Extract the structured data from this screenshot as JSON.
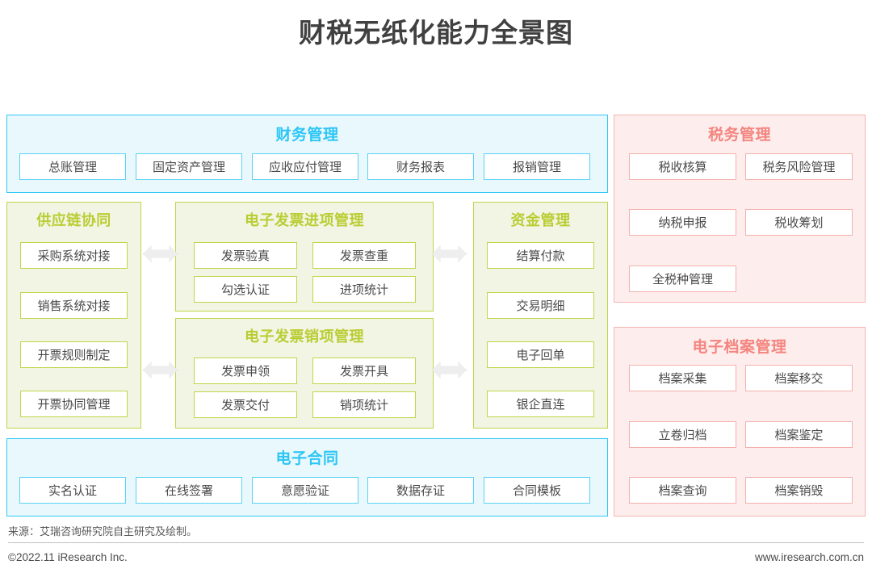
{
  "title": "财税无纸化能力全景图",
  "sections": {
    "finance": {
      "heading": "财务管理",
      "items": [
        "总账管理",
        "固定资产管理",
        "应收应付管理",
        "财务报表",
        "报销管理"
      ]
    },
    "tax": {
      "heading": "税务管理",
      "items": [
        "税收核算",
        "税务风险管理",
        "纳税申报",
        "税收筹划",
        "全税种管理"
      ]
    },
    "supply_chain": {
      "heading": "供应链协同",
      "items": [
        "采购系统对接",
        "销售系统对接",
        "开票规则制定",
        "开票协同管理"
      ]
    },
    "einvoice_input": {
      "heading": "电子发票进项管理",
      "items": [
        "发票验真",
        "发票查重",
        "勾选认证",
        "进项统计"
      ]
    },
    "einvoice_output": {
      "heading": "电子发票销项管理",
      "items": [
        "发票申领",
        "发票开具",
        "发票交付",
        "销项统计"
      ]
    },
    "funds": {
      "heading": "资金管理",
      "items": [
        "结算付款",
        "交易明细",
        "电子回单",
        "银企直连"
      ]
    },
    "econtract": {
      "heading": "电子合同",
      "items": [
        "实名认证",
        "在线签署",
        "意愿验证",
        "数据存证",
        "合同模板"
      ]
    },
    "earchive": {
      "heading": "电子档案管理",
      "items": [
        "档案采集",
        "档案移交",
        "立卷归档",
        "档案鉴定",
        "档案查询",
        "档案销毁"
      ]
    }
  },
  "footer": {
    "source": "来源：艾瑞咨询研究院自主研究及绘制。",
    "copyright": "©2022.11 iResearch Inc.",
    "url": "www.iresearch.com.cn"
  },
  "colors": {
    "blue_border": "#33c7f4",
    "blue_bg": "#e9f8fd",
    "blue_text": "#2cc6f5",
    "green_border": "#c2d449",
    "green_bg": "#f2f5e4",
    "green_text": "#b9cd33",
    "pink_border": "#f5b5b2",
    "pink_bg": "#fdeeed",
    "pink_text": "#f4857f",
    "title_text": "#404040",
    "arrow_fill": "#eeeeee"
  }
}
